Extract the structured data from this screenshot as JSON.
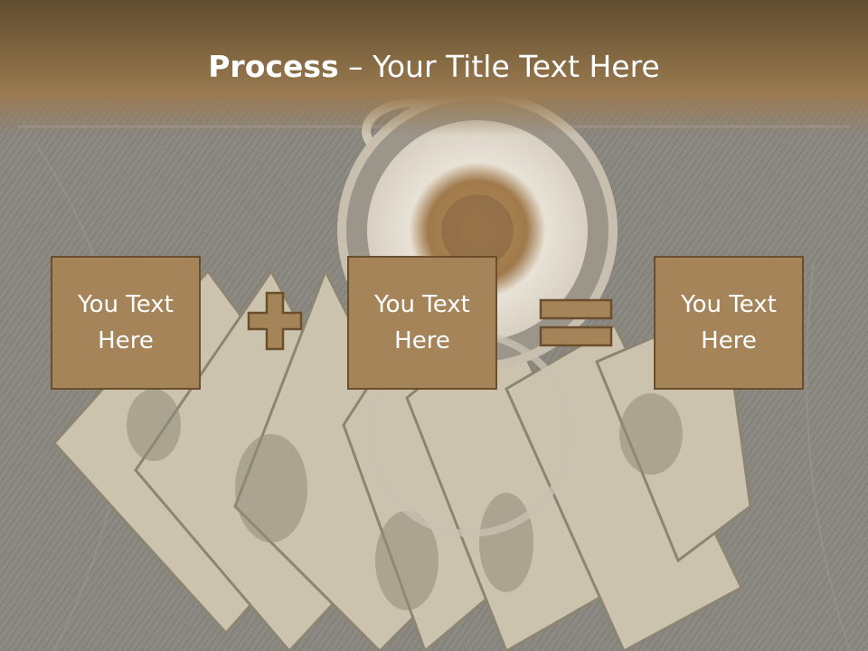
{
  "slide": {
    "title_bold": "Process",
    "title_rest": " – Your Title Text Here",
    "boxes": [
      {
        "text": "You Text\nHere"
      },
      {
        "text": "You Text\nHere"
      },
      {
        "text": "You Text\nHere"
      }
    ],
    "operators": [
      "plus-icon",
      "equals-icon"
    ],
    "colors": {
      "header": "#866a43",
      "box_fill": "#a5845a",
      "box_border": "#6b4f2c",
      "text": "#ffffff"
    }
  }
}
